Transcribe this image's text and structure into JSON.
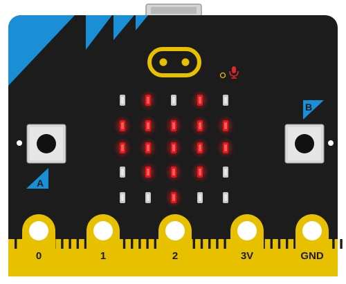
{
  "board": {
    "button_a_label": "A",
    "button_b_label": "B",
    "pins": [
      {
        "label": "0"
      },
      {
        "label": "1"
      },
      {
        "label": "2"
      },
      {
        "label": "3V"
      },
      {
        "label": "GND"
      }
    ],
    "led_matrix": {
      "rows": [
        [
          0,
          1,
          0,
          1,
          0
        ],
        [
          1,
          1,
          1,
          1,
          1
        ],
        [
          1,
          1,
          1,
          1,
          1
        ],
        [
          0,
          1,
          1,
          1,
          0
        ],
        [
          0,
          0,
          1,
          0,
          0
        ]
      ]
    },
    "icons": {
      "logo": "touch-logo-icon",
      "microphone": "microphone-icon",
      "usb": "usb-connector-icon"
    },
    "colors": {
      "board": "#1c1c1c",
      "accent_blue": "#1a8fd6",
      "gold": "#e7c100",
      "led_on": "#e8141b",
      "led_off": "#c8c8c8",
      "mic_red": "#e0262b"
    }
  }
}
